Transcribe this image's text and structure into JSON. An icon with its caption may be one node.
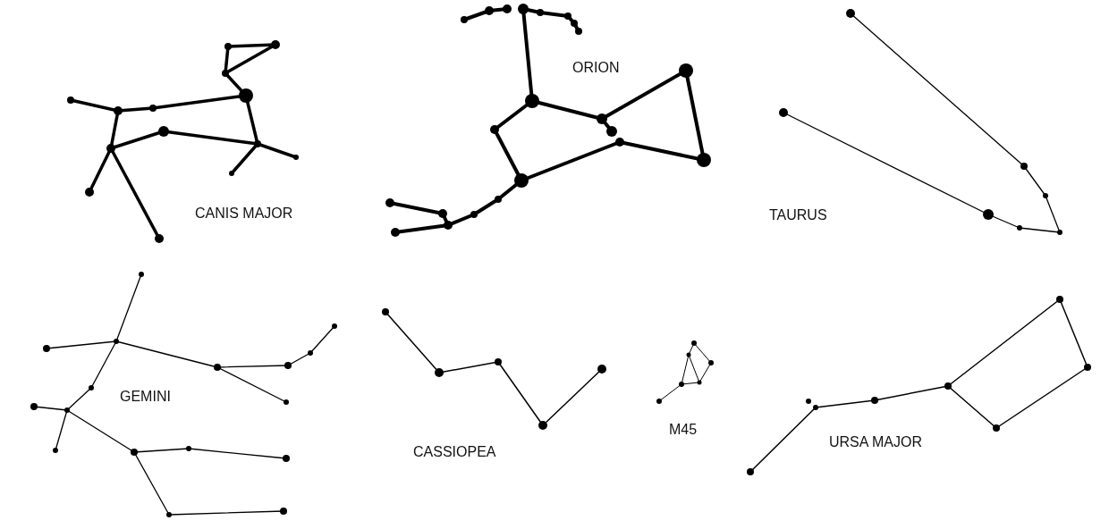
{
  "diagram": {
    "labels": [
      "ORION",
      "CANIS MAJOR",
      "TAURUS",
      "GEMINI",
      "M45",
      "URSA MAJOR",
      "CASSIOPEA"
    ]
  }
}
